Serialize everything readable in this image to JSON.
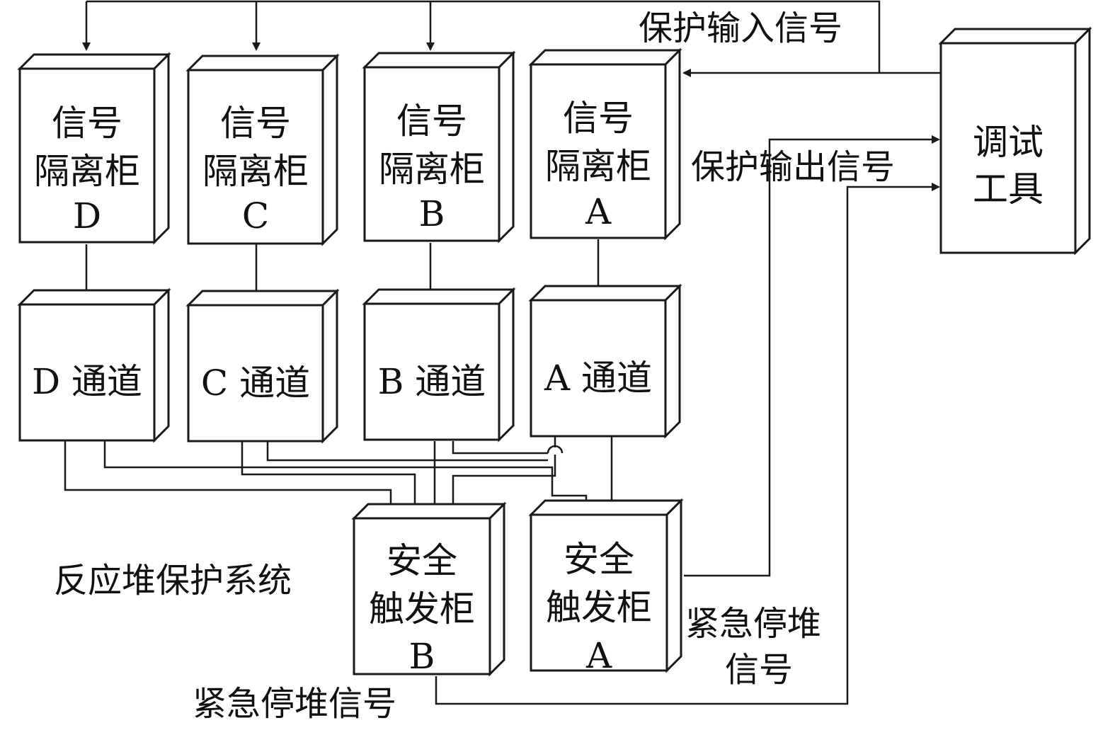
{
  "boxes": {
    "iso_d": {
      "lines": [
        "信号",
        "隔离柜",
        "D"
      ]
    },
    "iso_c": {
      "lines": [
        "信号",
        "隔离柜",
        "C"
      ]
    },
    "iso_b": {
      "lines": [
        "信号",
        "隔离柜",
        "B"
      ]
    },
    "iso_a": {
      "lines": [
        "信号",
        "隔离柜",
        "A"
      ]
    },
    "ch_d": {
      "lines": [
        "D 通道"
      ]
    },
    "ch_c": {
      "lines": [
        "C 通道"
      ]
    },
    "ch_b": {
      "lines": [
        "B 通道"
      ]
    },
    "ch_a": {
      "lines": [
        "A 通道"
      ]
    },
    "trip_b": {
      "lines": [
        "安全",
        "触发柜",
        "B"
      ]
    },
    "trip_a": {
      "lines": [
        "安全",
        "触发柜",
        "A"
      ]
    },
    "debug_tool": {
      "lines": [
        "调试",
        "工具"
      ]
    }
  },
  "labels": {
    "protection_input": "保护输入信号",
    "protection_output": "保护输出信号",
    "system_name": "反应堆保护系统",
    "estop_right_1": "紧急停堆",
    "estop_right_2": "信号",
    "estop_bottom": "紧急停堆信号"
  },
  "colors": {
    "line": "#1a1a1a",
    "background": "#ffffff"
  }
}
